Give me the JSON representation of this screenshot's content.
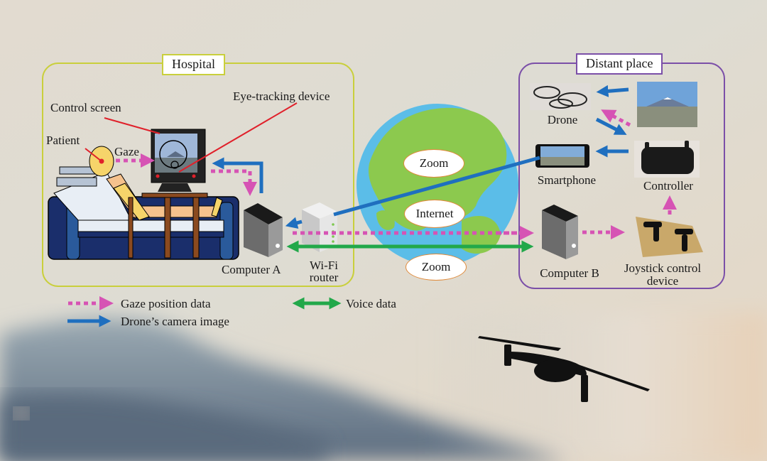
{
  "boxes": {
    "hospital": {
      "title": "Hospital",
      "border_color": "#c9cf3c"
    },
    "distant": {
      "title": "Distant place",
      "border_color": "#7b4fa8"
    }
  },
  "hospital_labels": {
    "control_screen": "Control screen",
    "eye_tracking": "Eye-tracking device",
    "patient": "Patient",
    "gaze": "Gaze",
    "computer_a": "Computer A",
    "wifi_line1": "Wi-Fi",
    "wifi_line2": "router"
  },
  "internet_labels": {
    "zoom_top": "Zoom",
    "internet": "Internet",
    "zoom_bottom": "Zoom"
  },
  "distant_labels": {
    "drone": "Drone",
    "smartphone": "Smartphone",
    "controller": "Controller",
    "computer_b": "Computer B",
    "joystick_line1": "Joystick control",
    "joystick_line2": "device"
  },
  "legend": {
    "gaze": "Gaze position data",
    "camera": "Drone’s camera image",
    "voice": "Voice data"
  },
  "colors": {
    "gaze": "#d653b4",
    "camera": "#1f6fbf",
    "voice": "#22a84a",
    "pointer": "#e0202a",
    "globe_sea": "#5bbde8",
    "globe_land": "#8cc94e"
  }
}
